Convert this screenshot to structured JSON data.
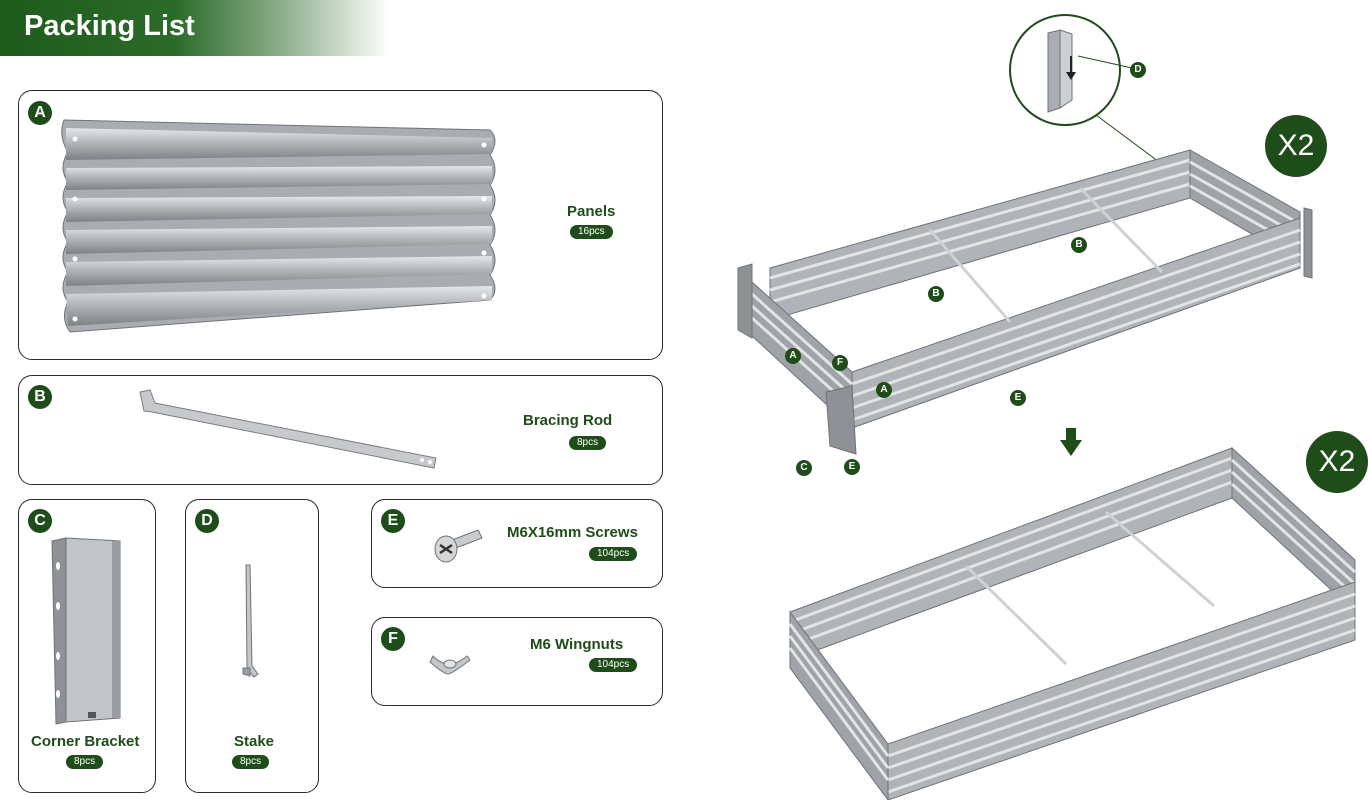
{
  "header": {
    "title": "Packing List"
  },
  "parts": [
    {
      "letter": "A",
      "name": "Panels",
      "qty": "16pcs"
    },
    {
      "letter": "B",
      "name": "Bracing Rod",
      "qty": "8pcs"
    },
    {
      "letter": "C",
      "name": "Corner Bracket",
      "qty": "8pcs"
    },
    {
      "letter": "D",
      "name": "Stake",
      "qty": "8pcs"
    },
    {
      "letter": "E",
      "name": "M6X16mm Screws",
      "qty": "104pcs"
    },
    {
      "letter": "F",
      "name": "M6 Wingnuts",
      "qty": "104pcs"
    }
  ],
  "assembly": {
    "multiplier_top": "X2",
    "multiplier_bottom": "X2",
    "callouts": [
      "D",
      "B",
      "B",
      "A",
      "F",
      "A",
      "E",
      "C",
      "E"
    ]
  },
  "colors": {
    "brand_green": "#1f4d1a",
    "metal": "#a8abaf"
  }
}
